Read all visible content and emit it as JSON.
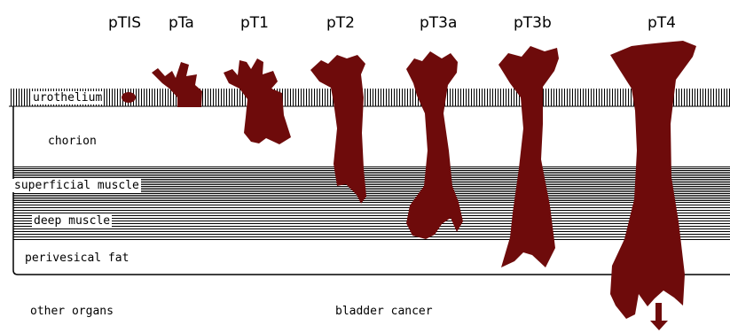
{
  "stages": [
    "pTIS",
    "pTa",
    "pT1",
    "pT2",
    "pT3a",
    "pT3b",
    "pT4"
  ],
  "layers": {
    "urothelium": "urothelium",
    "chorion": "chorion",
    "superficial_muscle": "superficial muscle",
    "deep_muscle": "deep muscle",
    "perivesical_fat": "perivesical fat"
  },
  "footer": {
    "other_organs": "other organs",
    "title": "bladder cancer"
  },
  "colors": {
    "tumor": "#6e0b0b",
    "lines": "#000000",
    "background": "#ffffff"
  }
}
